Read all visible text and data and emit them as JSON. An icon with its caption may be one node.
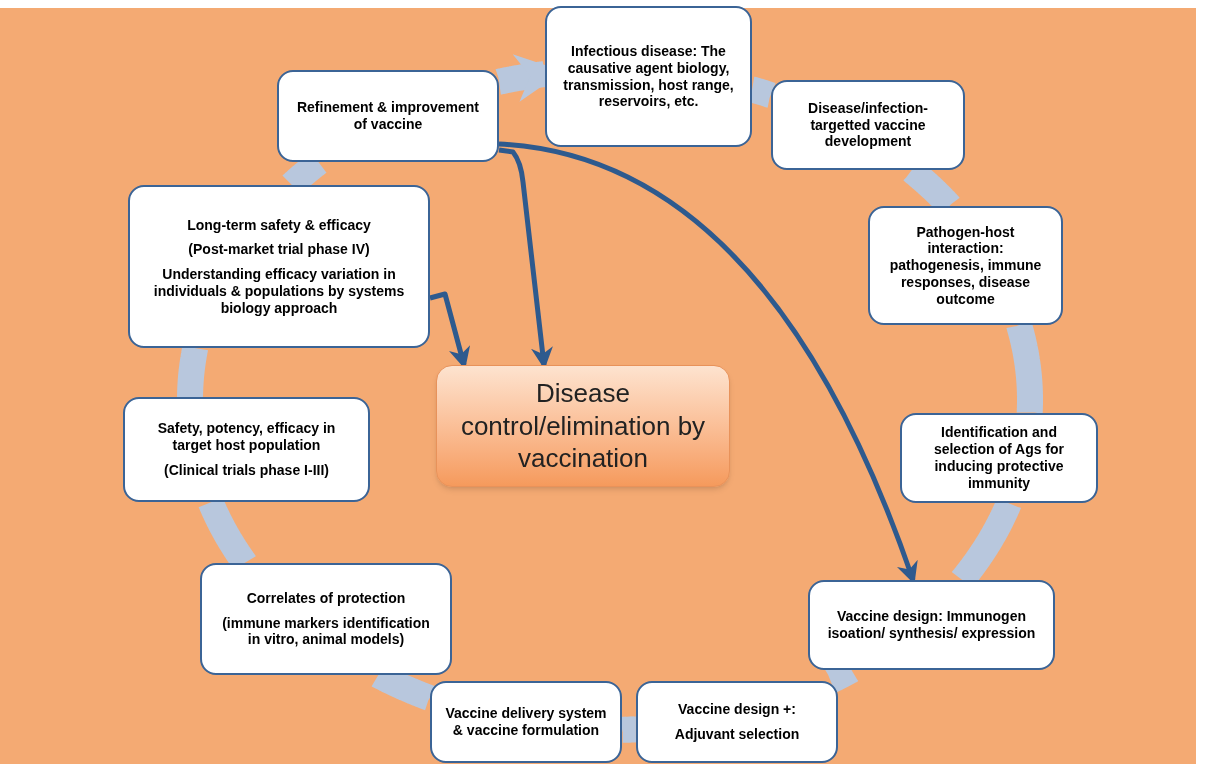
{
  "diagram": {
    "nodes": [
      {
        "text": [
          "Infectious disease: The causative agent biology, transmission, host range, reservoirs, etc."
        ]
      },
      {
        "text": [
          "Refinement & improvement of vaccine"
        ]
      },
      {
        "text": [
          "Disease/infection-targetted vaccine development"
        ]
      },
      {
        "text": [
          "Long-term safety & efficacy",
          "(Post-market trial phase IV)",
          "Understanding efficacy variation in individuals & populations by systems biology approach"
        ]
      },
      {
        "text": [
          "Pathogen-host interaction: pathogenesis, immune responses, disease outcome"
        ]
      },
      {
        "text": [
          "Disease control/elimination by vaccination"
        ]
      },
      {
        "text": [
          "Safety, potency, efficacy in target host population",
          "(Clinical trials phase I-III)"
        ]
      },
      {
        "text": [
          "Identification and selection of Ags for inducing protective immunity"
        ]
      },
      {
        "text": [
          "Correlates of protection",
          "(immune markers identification in vitro, animal models)"
        ]
      },
      {
        "text": [
          "Vaccine design: Immunogen isoation/ synthesis/ expression"
        ]
      },
      {
        "text": [
          "Vaccine delivery system & vaccine formulation"
        ]
      },
      {
        "text": [
          "Vaccine design +:",
          "Adjuvant selection"
        ]
      }
    ],
    "edges": [
      {
        "from": 0,
        "to": 2,
        "arrow": "none"
      },
      {
        "from": 2,
        "to": 4,
        "arrow": "none"
      },
      {
        "from": 4,
        "to": 7,
        "arrow": "none"
      },
      {
        "from": 7,
        "to": 9,
        "arrow": "none"
      },
      {
        "from": 9,
        "to": 11,
        "arrow": "none"
      },
      {
        "from": 11,
        "to": 10,
        "arrow": "none"
      },
      {
        "from": 10,
        "to": 8,
        "arrow": "none"
      },
      {
        "from": 8,
        "to": 6,
        "arrow": "none"
      },
      {
        "from": 6,
        "to": 3,
        "arrow": "none"
      },
      {
        "from": 3,
        "to": 1,
        "arrow": "none"
      },
      {
        "from": 1,
        "to": 0,
        "arrow": "to"
      },
      {
        "from": 1,
        "to": 5,
        "arrow": "to",
        "color": "#2e5a8e"
      },
      {
        "from": 1,
        "to": 9,
        "arrow": "to",
        "color": "#2e5a8e"
      },
      {
        "from": 3,
        "to": 5,
        "arrow": "to",
        "color": "#2e5a8e"
      }
    ]
  }
}
